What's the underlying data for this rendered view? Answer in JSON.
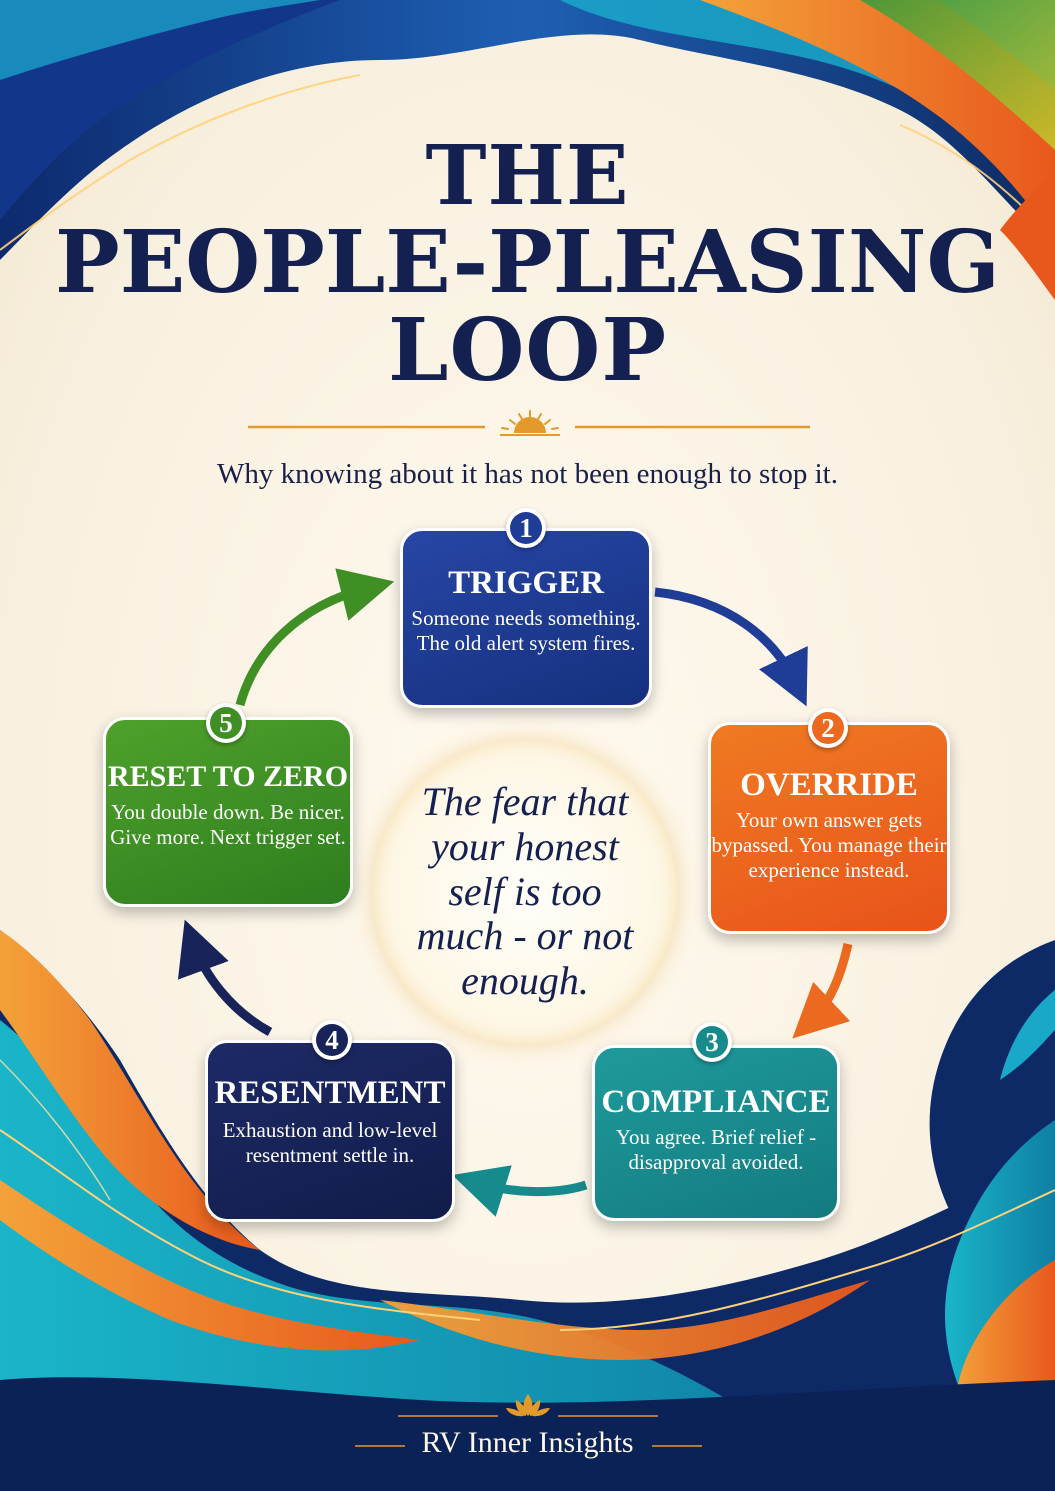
{
  "title": {
    "line1": "THE",
    "line2": "PEOPLE-PLEASING",
    "line3": "LOOP"
  },
  "subtitle": "Why knowing about it has not been enough to stop it.",
  "steps": [
    {
      "number": "1",
      "heading": "TRIGGER",
      "text": "Someone needs something. The old alert system fires.",
      "color": "#1f3c97"
    },
    {
      "number": "2",
      "heading": "OVERRIDE",
      "text": "Your own answer gets bypassed. You manage their experience instead.",
      "color": "#ec6a1f"
    },
    {
      "number": "3",
      "heading": "COMPLIANCE",
      "text": "You agree. Brief relief - disapproval avoided.",
      "color": "#178a8c"
    },
    {
      "number": "4",
      "heading": "RESENTMENT",
      "text": "Exhaustion and low-level resentment settle in.",
      "color": "#18235a"
    },
    {
      "number": "5",
      "heading": "RESET TO ZERO",
      "text": "You double down. Be nicer. Give more. Next trigger set.",
      "color": "#3f8f25"
    }
  ],
  "center_text": "The fear that your honest self is too much - or not enough.",
  "footer": "RV Inner Insights",
  "colors": {
    "navy": "#14204f",
    "gold": "#e39a2a",
    "cream": "#fbf5e9"
  },
  "icons": {
    "divider": "sunrise-icon",
    "footer_ornament": "lotus-icon"
  }
}
